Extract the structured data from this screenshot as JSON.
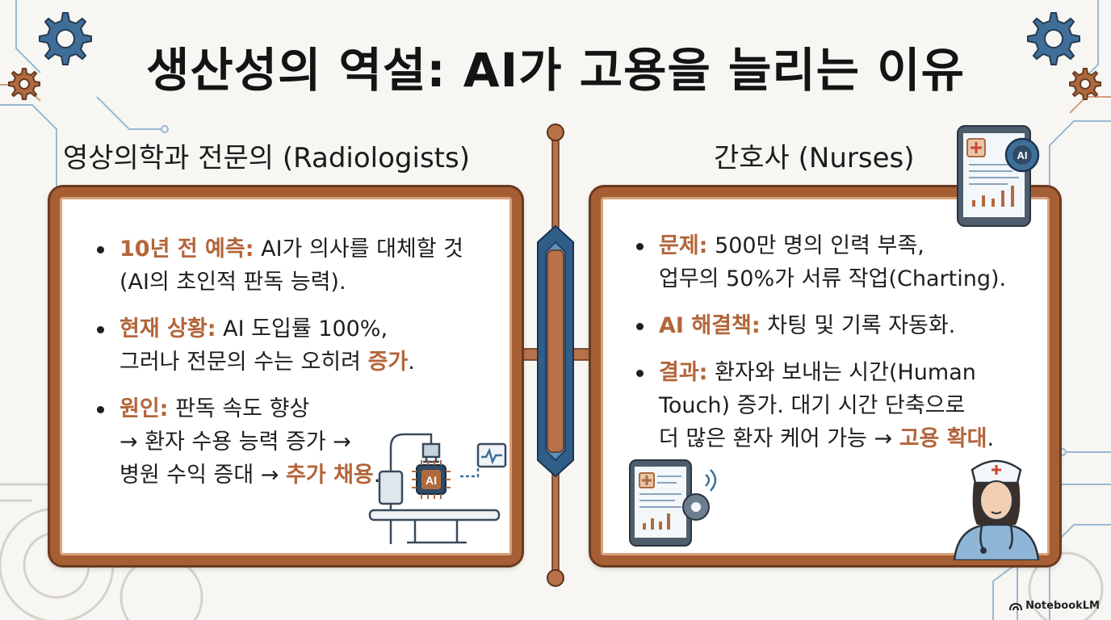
{
  "title": "생산성의 역설: AI가 고용을 늘리는 이유",
  "left": {
    "heading": "영상의학과 전문의 (Radiologists)",
    "items": [
      {
        "keyword": "10년 전 예측:",
        "lines": [
          "AI가 의사를 대체할 것",
          "(AI의 초인적 판독 능력)."
        ],
        "highlight": ""
      },
      {
        "keyword": "현재 상황:",
        "lines": [
          "AI 도입률 100%,",
          "그러나 전문의 수는 오히려"
        ],
        "highlight": "증가"
      },
      {
        "keyword": "원인:",
        "lines": [
          "판독 속도 향상",
          "→ 환자 수용 능력 증가 →",
          "병원 수익 증대 →"
        ],
        "highlight": "추가 채용"
      }
    ],
    "illustration_label": "AI"
  },
  "right": {
    "heading": "간호사 (Nurses)",
    "items": [
      {
        "keyword": "문제:",
        "lines": [
          "500만 명의 인력 부족,",
          "업무의 50%가 서류 작업(Charting)."
        ],
        "highlight": ""
      },
      {
        "keyword": "AI 해결책:",
        "lines": [
          "차팅 및 기록 자동화."
        ],
        "highlight": ""
      },
      {
        "keyword": "결과:",
        "lines": [
          "환자와 보내는 시간(Human",
          "Touch) 증가. 대기 시간 단축으로",
          "더 많은 환자 케어 가능 →"
        ],
        "highlight": "고용 확대"
      }
    ],
    "tablet_label": "AI"
  },
  "watermark": "NotebookLM",
  "colors": {
    "accent": "#b3653a",
    "frame": "#a65e34",
    "steel": "#3f6f99"
  }
}
